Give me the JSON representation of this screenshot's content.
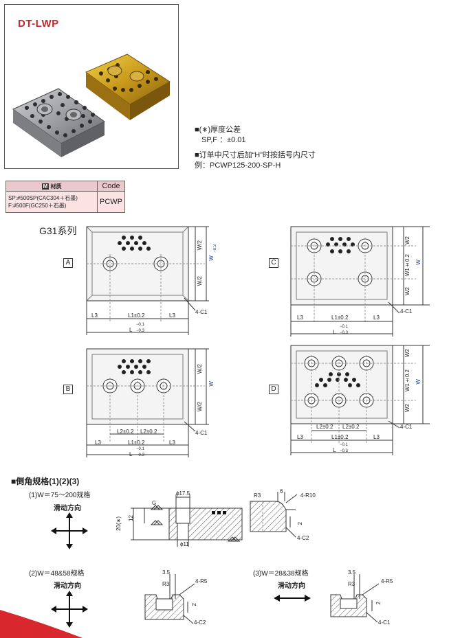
{
  "header": {
    "title": "DT-LWP"
  },
  "notes": {
    "tolerance_heading": "■(∗)厚度公差",
    "tolerance_value": "SP,F ：±0.01",
    "order_heading": "■订单中尺寸后加“H”时按括号内尺寸",
    "order_example": "例：PCWP125-200-SP-H"
  },
  "material_table": {
    "col_material_icon": "M",
    "col_material": "材质",
    "col_code": "Code",
    "row_line1": "SP:#500SP(CAC304＋石墨)",
    "row_line2": "F:#500F(GC250＋石墨)",
    "row_code": "PCWP"
  },
  "series": {
    "label": "G31系列"
  },
  "drawings": {
    "A": {
      "letter": "A"
    },
    "B": {
      "letter": "B"
    },
    "C": {
      "letter": "C"
    },
    "D": {
      "letter": "D"
    }
  },
  "dims": {
    "w_half": "W/2",
    "w": "W",
    "w_tol_top": "−0.1",
    "w_tol_bot": "−0.3",
    "w1": "W1±0.2",
    "w2": "W2",
    "l3": "L3",
    "l1": "L1±0.2",
    "l2": "L2±0.2",
    "l": "L",
    "l_tol_top": "−0.1",
    "l_tol_bot": "−0.3",
    "c1": "4-C1",
    "c2": "4-C2",
    "r10": "4-R10",
    "r5": "4-R5",
    "r3": "R3",
    "g": "G",
    "d175": "ϕ17.5",
    "d11": "ϕ11",
    "h12": "12",
    "h20": "20(∗)",
    "n6": "6",
    "n2": "2",
    "n35": "3.5"
  },
  "chamfer": {
    "title": "■倒角规格(1)(2)(3)",
    "spec1": "(1)W＝75～200规格",
    "spec2": "(2)W＝48&58规格",
    "spec3": "(3)W＝28&38规格",
    "slide_dir": "滑动方向"
  },
  "colors": {
    "title_red": "#c0282d",
    "table_header": "#e9c9cd",
    "table_body": "#fbe3e4",
    "dim_blue": "#1f3a93",
    "accent_red": "#d9272e"
  }
}
